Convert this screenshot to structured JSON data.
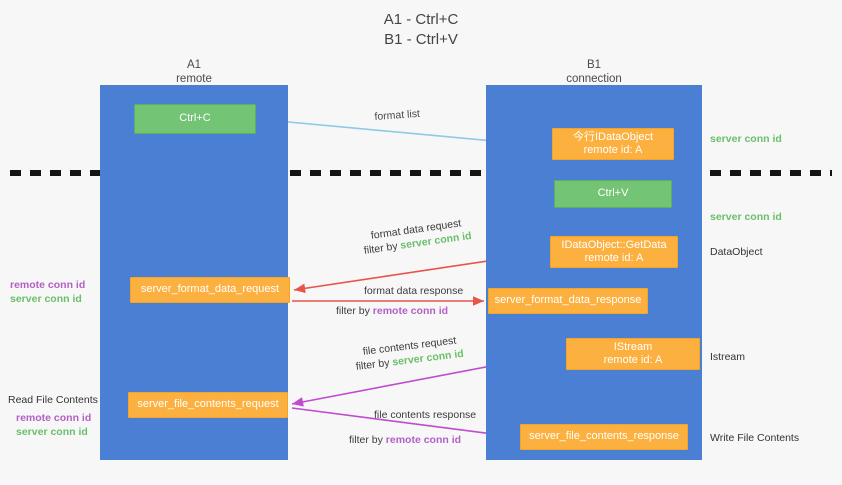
{
  "title": {
    "line1": "A1 - Ctrl+C",
    "line2": "B1 - Ctrl+V"
  },
  "lanes": [
    {
      "id": "a1",
      "name": "A1",
      "sub": "remote"
    },
    {
      "id": "b1",
      "name": "B1",
      "sub": "connection"
    }
  ],
  "nodes": {
    "ctrl_c": {
      "line1": "Ctrl+C",
      "line2": ""
    },
    "idataobject": {
      "line1": "今行IDataObject",
      "line2": "remote id: A"
    },
    "ctrl_v": {
      "line1": "Ctrl+V",
      "line2": ""
    },
    "getdata": {
      "line1": "IDataObject::GetData",
      "line2": "remote id: A"
    },
    "fmt_req": {
      "line1": "server_format_data_request",
      "line2": ""
    },
    "fmt_resp": {
      "line1": "server_format_data_response",
      "line2": ""
    },
    "istream": {
      "line1": "IStream",
      "line2": "remote id: A"
    },
    "file_req": {
      "line1": "server_file_contents_request",
      "line2": ""
    },
    "file_resp": {
      "line1": "server_file_contents_response",
      "line2": ""
    }
  },
  "edge_labels": {
    "format_list": "format list",
    "format_data_request": "format data request",
    "format_data_request_filter_prefix": "filter by ",
    "format_data_request_filter_value": "server conn id",
    "format_data_response": "format data response",
    "format_data_response_filter_prefix": "filter by ",
    "format_data_response_filter_value": "remote conn id",
    "file_contents_request": "file contents request",
    "file_contents_request_filter_prefix": "filter by ",
    "file_contents_request_filter_value": "server conn id",
    "file_contents_response": "file contents response",
    "file_contents_response_filter_prefix": "filter by ",
    "file_contents_response_filter_value": "remote conn id"
  },
  "right_labels": {
    "server_conn_id_top": "server conn id",
    "server_conn_id_mid": "server conn id",
    "dataobject": "DataObject",
    "istream": "Istream",
    "write_file_contents": "Write File Contents"
  },
  "left_labels": {
    "remote_conn_id_1": "remote conn id",
    "server_conn_id_1": "server conn id",
    "read_file_contents": "Read File Contents",
    "remote_conn_id_2": "remote conn id",
    "server_conn_id_2": "server conn id"
  },
  "colors": {
    "lane": "#4a7fd4",
    "green_node": "#74c476",
    "orange_node": "#fbb040",
    "green_text": "#6abf69",
    "magenta_text": "#b45fc4",
    "red_arrow": "#e8534a",
    "magenta_arrow": "#c04ad0",
    "blue_arrow": "#8ec9e8",
    "black_arrow": "#111111",
    "background": "#f7f7f7"
  }
}
